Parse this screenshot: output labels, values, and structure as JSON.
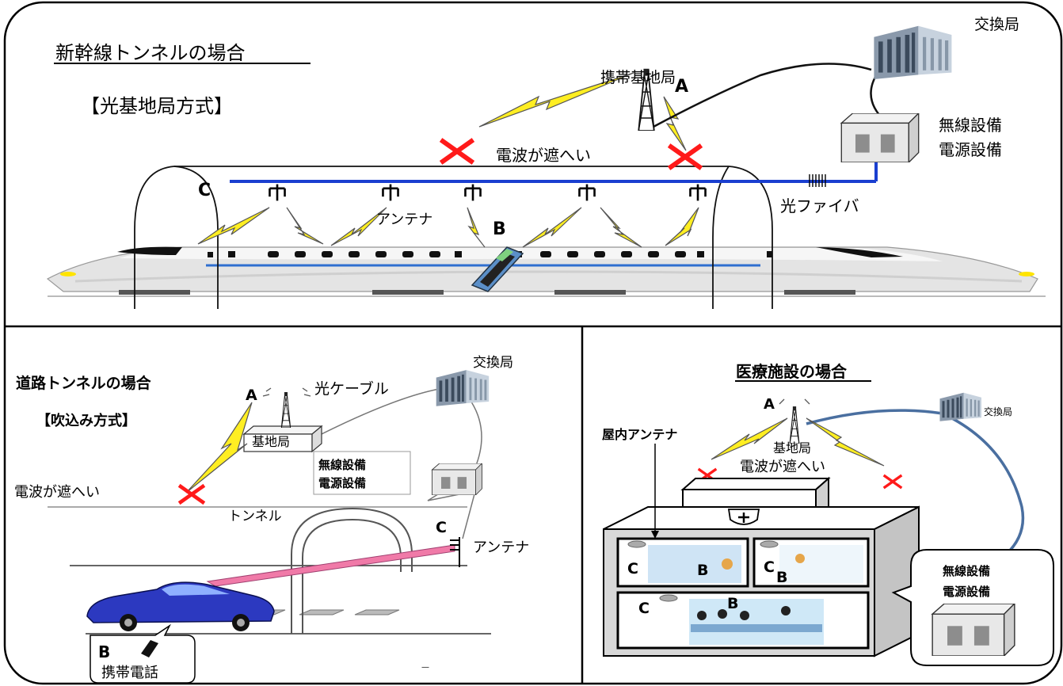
{
  "top_panel": {
    "title": "新幹線トンネルの場合",
    "method": "【光基地局方式】",
    "base_station": "携帯基地局",
    "exchange": "交換局",
    "radio_blocked": "電波が遮へい",
    "radio_equipment": "無線設備",
    "power_equipment": "電源設備",
    "optical_fiber": "光ファイバ",
    "antenna": "アンテナ",
    "label_a": "A",
    "label_b": "B",
    "label_c": "C"
  },
  "road_panel": {
    "title": "道路トンネルの場合",
    "method": "【吹込み方式】",
    "exchange": "交換局",
    "optical_cable": "光ケーブル",
    "base_station": "基地局",
    "radio_equipment": "無線設備",
    "power_equipment": "電源設備",
    "radio_blocked": "電波が遮へい",
    "tunnel": "トンネル",
    "antenna": "アンテナ",
    "mobile_phone": "携帯電話",
    "label_a": "A",
    "label_b": "B",
    "label_c": "C"
  },
  "medical_panel": {
    "title": "医療施設の場合",
    "indoor_antenna": "屋内アンテナ",
    "base_station": "基地局",
    "radio_blocked": "電波が遮へい",
    "exchange": "交換局",
    "radio_equipment": "無線設備",
    "power_equipment": "電源設備",
    "label_a": "A",
    "label_b": "B",
    "label_c": "C"
  },
  "colors": {
    "fiber": "#1a3fd0",
    "signal": "#ffee22",
    "cross": "#ff1a1a",
    "road_beam": "#f07aa8",
    "cable_blue": "#4a6fa0"
  }
}
